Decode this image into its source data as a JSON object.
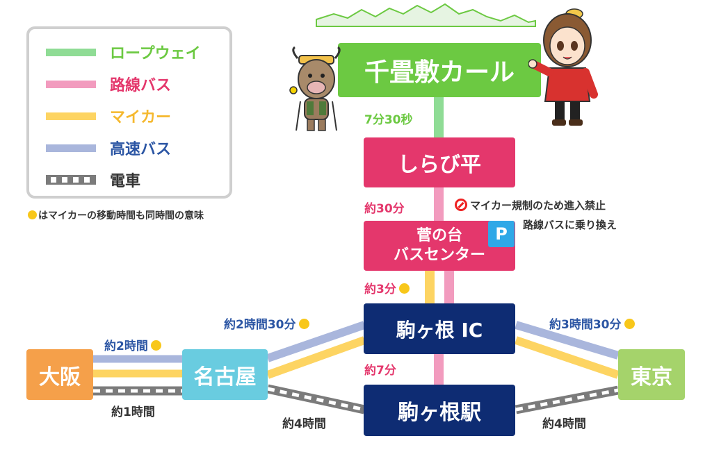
{
  "colors": {
    "ropeway": "#8fdc95",
    "route_bus": "#f29bbe",
    "car": "#fdd462",
    "highway_bus": "#a9b6dc",
    "train": "#7b7b7b",
    "green_box": "#6cc942",
    "pink_box": "#e4376c",
    "navy_box": "#0e2c73",
    "orange_box": "#f5a04a",
    "cyan_box": "#69cce0",
    "lime_box": "#a5d36b",
    "parking": "#2fa8e7",
    "dot": "#f8c71a"
  },
  "legend": {
    "items": [
      {
        "label": "ロープウェイ",
        "color": "#6cc942",
        "swatch": "#8fdc95",
        "type": "ropeway"
      },
      {
        "label": "路線バス",
        "color": "#e4376c",
        "swatch": "#f29bbe",
        "type": "bus"
      },
      {
        "label": "マイカー",
        "color": "#f5b82e",
        "swatch": "#fdd462",
        "type": "car"
      },
      {
        "label": "高速バス",
        "color": "#2c56a4",
        "swatch": "#a9b6dc",
        "type": "highway"
      },
      {
        "label": "電車",
        "color": "#333333",
        "swatch": "#7b7b7b",
        "type": "train"
      }
    ],
    "note": "はマイカーの移動時間も同時間の意味"
  },
  "stations": {
    "senjojiki": "千畳敷カール",
    "shirabidaira": "しらび平",
    "suganodai_line1": "菅の台",
    "suganodai_line2": "バスセンター",
    "parking": "P",
    "komagane_ic": "駒ヶ根 IC",
    "komagane_station": "駒ヶ根駅",
    "osaka": "大阪",
    "nagoya": "名古屋",
    "tokyo": "東京"
  },
  "times": {
    "ropeway": "7分30秒",
    "shirabi_suganodai": "約30分",
    "suganodai_ic": "約3分",
    "ic_station": "約7分",
    "nagoya_ic": "約2時間30分",
    "tokyo_ic": "約3時間30分",
    "osaka_nagoya_car": "約2時間",
    "osaka_nagoya_train": "約1時間",
    "nagoya_station_train": "約4時間",
    "tokyo_station_train": "約4時間"
  },
  "notice": {
    "line1": "マイカー規制のため進入禁止",
    "line2": "路線バスに乗り換え"
  }
}
